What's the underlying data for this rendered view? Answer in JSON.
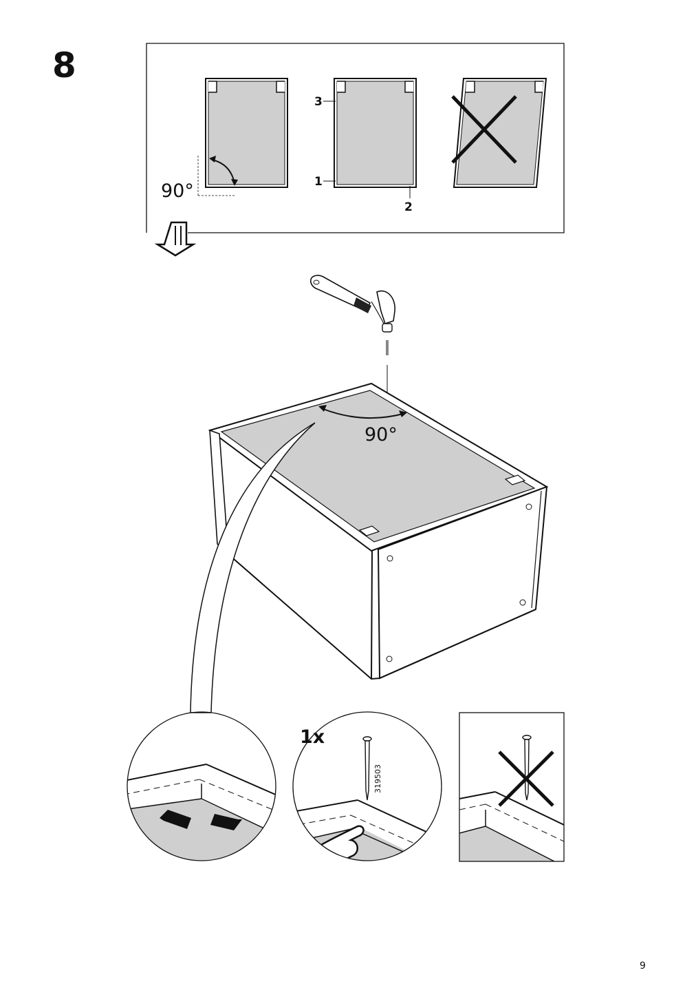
{
  "step": {
    "number": "8"
  },
  "squareness_panel": {
    "angle_label": "90°",
    "measure_labels": {
      "top": "3",
      "left": "1",
      "bottom": "2"
    }
  },
  "cabinet": {
    "angle_label": "90°"
  },
  "nail_detail": {
    "quantity": "1x",
    "part_number": "319503"
  },
  "page": {
    "number": "9"
  },
  "colors": {
    "panel_fill": "#cfcfcf",
    "line": "#111111",
    "background": "#ffffff"
  }
}
